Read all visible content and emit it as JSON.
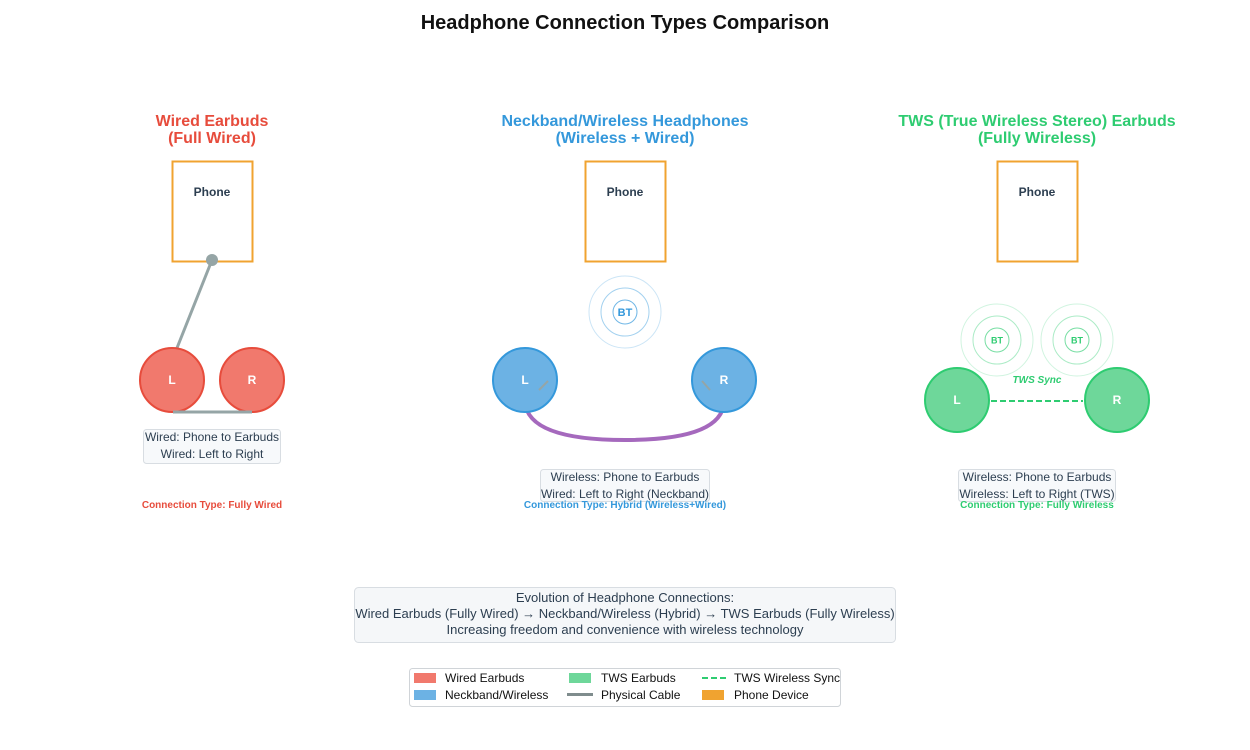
{
  "title": "Headphone Connection Types Comparison",
  "colors": {
    "wired": "#e74c3c",
    "wired_fill": "#f1796d",
    "neckband": "#3498db",
    "neckband_fill": "#6cb2e4",
    "tws": "#2ecc71",
    "tws_fill": "#6ed79a",
    "cable": "#95a5a6",
    "neck_cable": "#a569bd",
    "phone": "#f0a330",
    "text_dark": "#2c3e50"
  },
  "panels": {
    "wired": {
      "title_line1": "Wired Earbuds",
      "title_line2": "(Full Wired)",
      "phone": "Phone",
      "left": "L",
      "right": "R",
      "info_line1": "Wired: Phone to Earbuds",
      "info_line2": "Wired: Left to Right",
      "connection_type": "Connection Type: Fully Wired"
    },
    "neckband": {
      "title_line1": "Neckband/Wireless Headphones",
      "title_line2": "(Wireless + Wired)",
      "phone": "Phone",
      "bt": "BT",
      "left": "L",
      "right": "R",
      "info_line1": "Wireless: Phone to Earbuds",
      "info_line2": "Wired: Left to Right (Neckband)",
      "connection_type": "Connection Type: Hybrid (Wireless+Wired)"
    },
    "tws": {
      "title_line1": "TWS (True Wireless Stereo) Earbuds",
      "title_line2": "(Fully Wireless)",
      "phone": "Phone",
      "bt_left": "BT",
      "bt_right": "BT",
      "sync_label": "TWS Sync",
      "left": "L",
      "right": "R",
      "info_line1": "Wireless: Phone to Earbuds",
      "info_line2": "Wireless: Left to Right (TWS)",
      "connection_type": "Connection Type: Fully Wireless"
    }
  },
  "summary": {
    "line1": "Evolution of Headphone Connections:",
    "line2": "Wired Earbuds (Fully Wired) → Neckband/Wireless (Hybrid) → TWS Earbuds (Fully Wireless)",
    "line3": "Increasing freedom and convenience with wireless technology"
  },
  "legend": {
    "wired": "Wired Earbuds",
    "neckband": "Neckband/Wireless",
    "tws": "TWS Earbuds",
    "cable": "Physical Cable",
    "sync": "TWS Wireless Sync",
    "phone": "Phone Device"
  }
}
